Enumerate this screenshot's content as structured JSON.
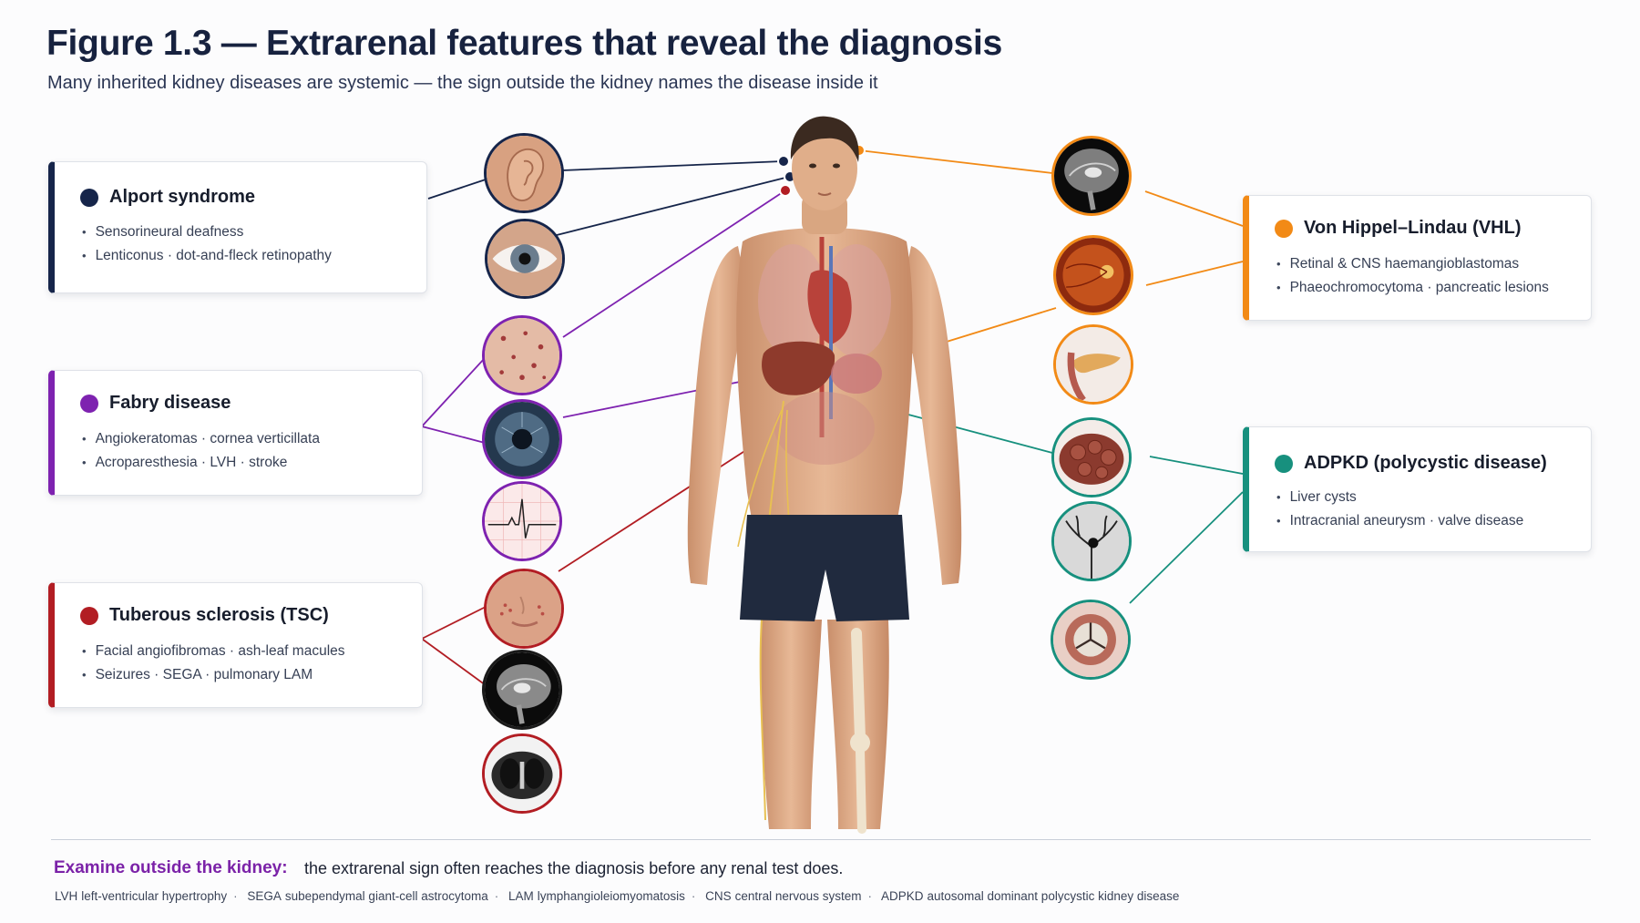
{
  "header": {
    "title": "Figure 1.3 — Extrarenal features that reveal the diagnosis",
    "subtitle": "Many inherited kidney diseases are systemic — the sign outside the kidney names the disease inside it"
  },
  "colors": {
    "alport": "#16254a",
    "fabry": "#7e22b0",
    "tsc": "#b21d23",
    "vhl": "#f28a16",
    "adpkd": "#17907e"
  },
  "cards": {
    "alport": {
      "title": "Alport syndrome",
      "items": [
        "Sensorineural deafness",
        "Lenticonus · dot-and-fleck retinopathy"
      ]
    },
    "fabry": {
      "title": "Fabry disease",
      "items": [
        "Angiokeratomas · cornea verticillata",
        "Acroparesthesia · LVH · stroke"
      ]
    },
    "tsc": {
      "title": "Tuberous sclerosis (TSC)",
      "items": [
        "Facial angiofibromas · ash-leaf macules",
        "Seizures · SEGA · pulmonary LAM"
      ]
    },
    "vhl": {
      "title": "Von Hippel–Lindau (VHL)",
      "items": [
        "Retinal & CNS haemangioblastomas",
        "Phaeochromocytoma · pancreatic lesions"
      ]
    },
    "adpkd": {
      "title": "ADPKD (polycystic disease)",
      "items": [
        "Liver cysts",
        "Intracranial aneurysm · valve disease"
      ]
    }
  },
  "vignettes": {
    "alport": [
      "ear-icon",
      "eye-icon"
    ],
    "fabry": [
      "skin-angiokeratoma-icon",
      "cornea-icon",
      "ecg-icon"
    ],
    "tsc": [
      "face-angiofibroma-icon",
      "brain-mri-icon",
      "lung-ct-icon"
    ],
    "vhl": [
      "brain-mri-icon",
      "retina-icon",
      "pancreas-icon"
    ],
    "adpkd": [
      "polycystic-liver-icon",
      "cerebral-angiogram-icon",
      "heart-valve-icon"
    ]
  },
  "footer": {
    "lead": "Examine outside the kidney:",
    "text": "the extrarenal sign often reaches the diagnosis before any renal test does.",
    "abbreviations": [
      {
        "abbr": "LVH",
        "meaning": "left-ventricular hypertrophy"
      },
      {
        "abbr": "SEGA",
        "meaning": "subependymal giant-cell astrocytoma"
      },
      {
        "abbr": "LAM",
        "meaning": "lymphangioleiomyomatosis"
      },
      {
        "abbr": "CNS",
        "meaning": "central nervous system"
      },
      {
        "abbr": "ADPKD",
        "meaning": "autosomal dominant polycystic kidney disease"
      }
    ]
  }
}
